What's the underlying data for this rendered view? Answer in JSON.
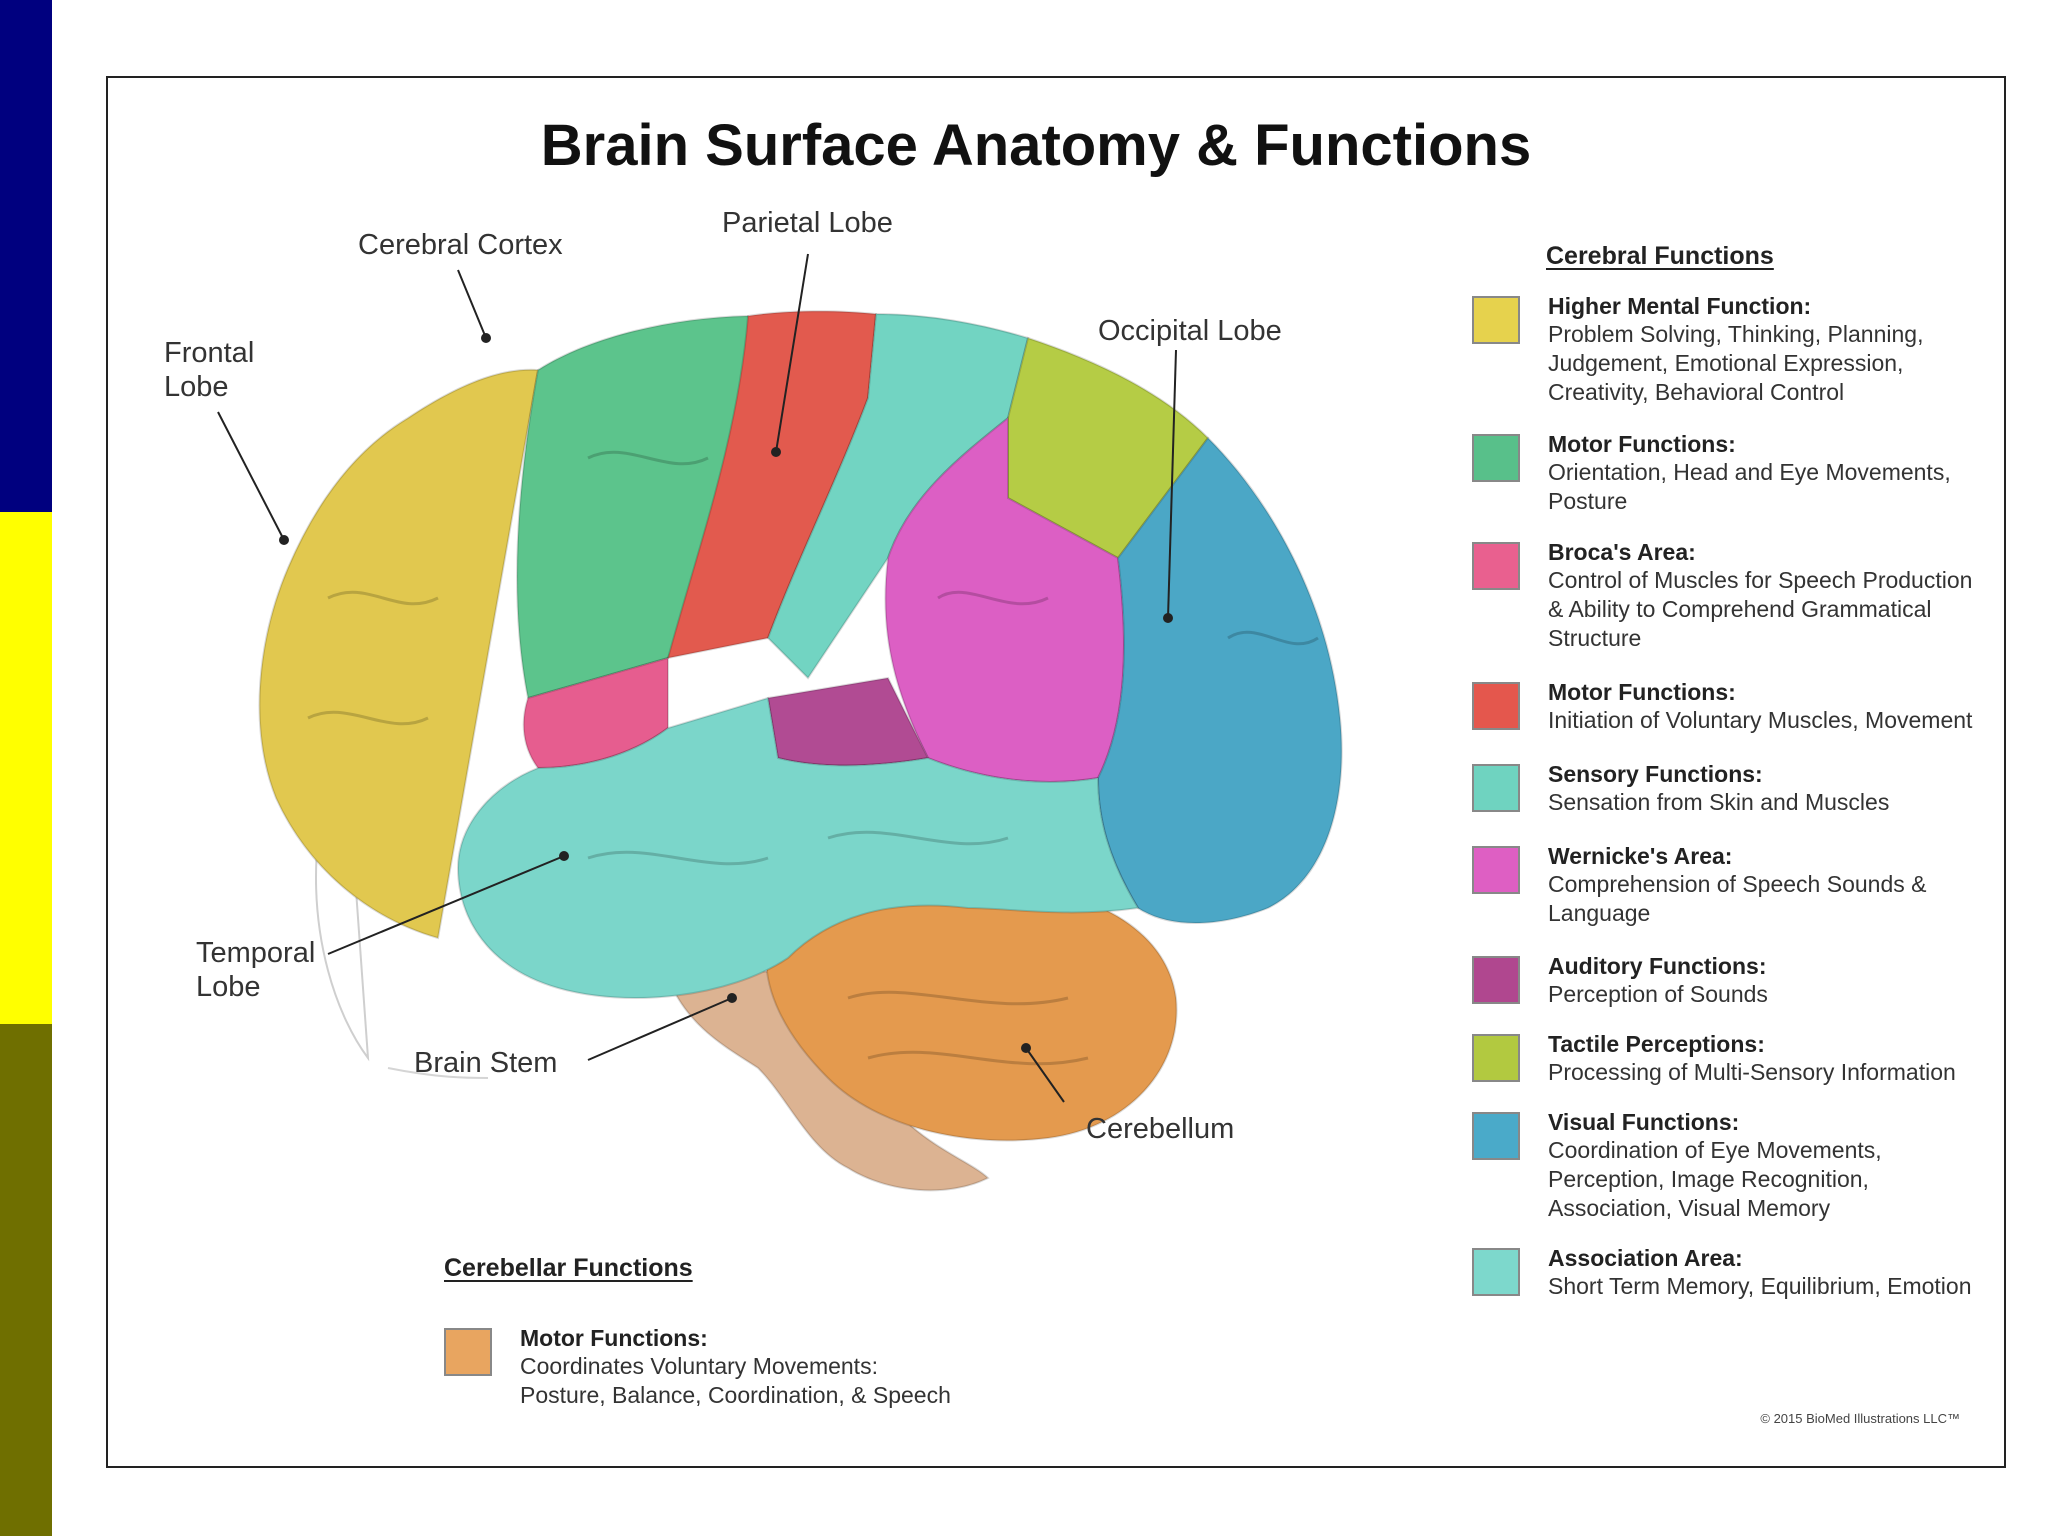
{
  "slide": {
    "sidebar_colors": [
      "#00007f",
      "#ffff00",
      "#6f6f00"
    ]
  },
  "figure": {
    "title": "Brain Surface Anatomy & Functions",
    "watermark": "BioMed Illustrations LLC",
    "labels": {
      "cerebral_cortex": "Cerebral Cortex",
      "parietal_lobe": "Parietal Lobe",
      "occipital_lobe": "Occipital Lobe",
      "frontal_lobe": "Frontal\nLobe",
      "temporal_lobe": "Temporal\nLobe",
      "brain_stem": "Brain Stem",
      "cerebellum": "Cerebellum"
    },
    "cerebral_legend": {
      "heading": "Cerebral Functions",
      "items": [
        {
          "title": "Higher Mental Function:",
          "desc": "Problem Solving, Thinking, Planning,\nJudgement, Emotional Expression,\nCreativity, Behavioral Control",
          "color": "#e6d24d"
        },
        {
          "title": "Motor Functions:",
          "desc": "Orientation, Head and Eye Movements,\nPosture",
          "color": "#58c08a"
        },
        {
          "title": "Broca's Area:",
          "desc": "Control of Muscles for Speech Production\n& Ability to Comprehend Grammatical\nStructure",
          "color": "#e9608f"
        },
        {
          "title": "Motor Functions:",
          "desc": "Initiation of Voluntary Muscles, Movement",
          "color": "#e4574d"
        },
        {
          "title": "Sensory Functions:",
          "desc": "Sensation from Skin and Muscles",
          "color": "#6fd3c0"
        },
        {
          "title": "Wernicke's Area:",
          "desc": "Comprehension of Speech Sounds &\nLanguage",
          "color": "#de5fc3"
        },
        {
          "title": "Auditory Functions:",
          "desc": "Perception of Sounds",
          "color": "#b0478f"
        },
        {
          "title": "Tactile Perceptions:",
          "desc": "Processing of Multi-Sensory Information",
          "color": "#b2c940"
        },
        {
          "title": "Visual Functions:",
          "desc": "Coordination of Eye Movements,\nPerception, Image Recognition,\nAssociation, Visual Memory",
          "color": "#4aaac9"
        },
        {
          "title": "Association Area:",
          "desc": "Short Term Memory, Equilibrium, Emotion",
          "color": "#7dd8cc"
        }
      ]
    },
    "cerebellar_legend": {
      "heading": "Cerebellar Functions",
      "items": [
        {
          "title": "Motor Functions:",
          "desc": "Coordinates Voluntary Movements:\nPosture, Balance, Coordination, & Speech",
          "color": "#e8a560"
        }
      ]
    },
    "copyright": "© 2015 BioMed Illustrations LLC™",
    "region_colors": {
      "frontal": "#e1c84f",
      "motor_green": "#5cc48c",
      "motor_red": "#e25a4e",
      "broca": "#e65d8f",
      "sensory": "#72d4c2",
      "wernicke": "#dc5fc4",
      "auditory": "#b14b93",
      "tactile": "#b5cc45",
      "visual": "#4ba7c6",
      "temporal": "#7bd6ca",
      "cerebellum": "#e49a4e",
      "brainstem": "#dcb392"
    }
  }
}
